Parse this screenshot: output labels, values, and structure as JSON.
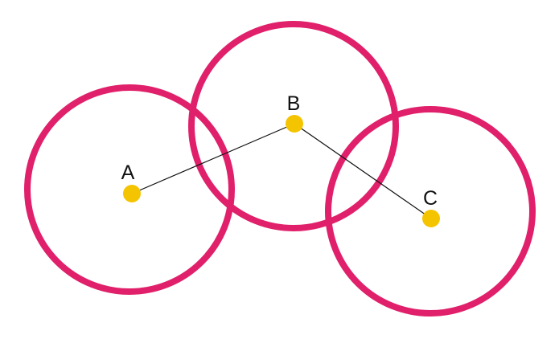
{
  "colors": {
    "circle_stroke": "#e0206a",
    "node_fill": "#f5c400",
    "link_stroke": "#111111",
    "background": "#ffffff"
  },
  "nodes": [
    {
      "id": "a",
      "label": "A"
    },
    {
      "id": "b",
      "label": "B"
    },
    {
      "id": "c",
      "label": "C"
    }
  ],
  "links": [
    {
      "from": "a",
      "to": "b"
    },
    {
      "from": "b",
      "to": "c"
    }
  ]
}
